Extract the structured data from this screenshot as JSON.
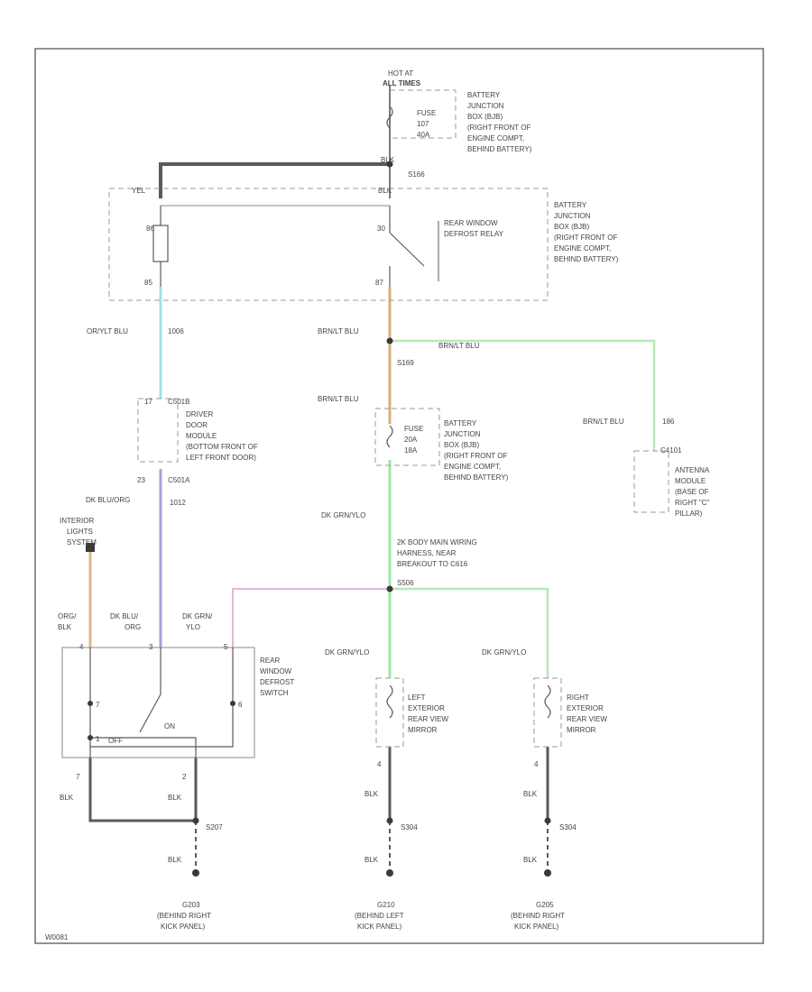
{
  "power": {
    "hot_at": "HOT AT",
    "all_times": "ALL TIMES",
    "fuse_label": "FUSE",
    "fuse_number": "107",
    "fuse_amps": "40A",
    "bjb_lines": [
      "BATTERY",
      "JUNCTION",
      "BOX (BJB)",
      "(RIGHT FRONT OF",
      "ENGINE COMPT,",
      "BEHIND BATTERY)"
    ],
    "wire_top": "BLK",
    "splice_s166": "S166"
  },
  "relay": {
    "pin_left_top": "YEL",
    "pin_right_top": "BLK",
    "pin_30": "30",
    "pin_85": "85",
    "pin_86": "86",
    "pin_87": "87",
    "name_lines": [
      "REAR WINDOW",
      "DEFROST RELAY"
    ],
    "bjb_lines": [
      "BATTERY",
      "JUNCTION",
      "BOX (BJB)",
      "(RIGHT FRONT OF",
      "ENGINE COMPT,",
      "BEHIND BATTERY)"
    ]
  },
  "ddm": {
    "wire_color": "OR/YLT BLU",
    "circuit": "1006",
    "connector": "C501B",
    "pin_top": "17",
    "name_lines": [
      "DRIVER",
      "DOOR",
      "MODULE",
      "(BOTTOM FRONT OF",
      "LEFT FRONT DOOR)"
    ],
    "pin_bottom": "23",
    "connector_bottom": "C501A",
    "wire_out": "DK BLU/ORG",
    "circuit_out": "1012"
  },
  "center": {
    "wire1": "BRN/LT BLU",
    "splice": "S169",
    "wire2": "BRN/LT BLU",
    "fuse_label": "FUSE",
    "fuse_amps": "20A",
    "fuse_number": "18A",
    "bjb_lines": [
      "BATTERY",
      "JUNCTION",
      "BOX (BJB)",
      "(RIGHT FRONT OF",
      "ENGINE COMPT,",
      "BEHIND BATTERY)"
    ],
    "wire3": "DK GRN/YLO",
    "harness_lines": [
      "2K BODY MAIN WIRING",
      "HARNESS, NEAR",
      "BREAKOUT TO C616",
      "S506"
    ]
  },
  "antenna": {
    "branch_wire": "BRN/LT BLU",
    "wire_label": "BRN/LT BLU",
    "circuit": "186",
    "connector": "C4101",
    "name_lines": [
      "ANTENNA",
      "MODULE",
      "(BASE OF",
      "RIGHT \"C\"",
      "PILLAR)"
    ]
  },
  "switch": {
    "lighting_lines": [
      "INTERIOR",
      "LIGHTS",
      "SYSTEM"
    ],
    "wire_a": "ORG/",
    "wire_a2": "BLK",
    "wire_b": "DK BLU/",
    "wire_b2": "ORG",
    "wire_c": "DK GRN/",
    "wire_c2": "YLO",
    "pin_1": "1",
    "pin_2": "2",
    "pin_3": "3",
    "pin_4": "4",
    "pin_5": "5",
    "pin_6": "6",
    "pin_7": "7",
    "state_off": "OFF",
    "state_on": "ON",
    "name_lines": [
      "REAR",
      "WINDOW",
      "DEFROST",
      "SWITCH"
    ],
    "pin_out_left": "7",
    "pin_out_right": "2",
    "wire_gnd_left": "BLK",
    "wire_gnd_right": "BLK",
    "splice": "S207",
    "wire_gnd": "BLK",
    "ground": "G203",
    "ground_loc": [
      "(BEHIND RIGHT",
      "KICK PANEL)"
    ]
  },
  "left_mirror": {
    "wire": "DK GRN/YLO",
    "name_lines": [
      "LEFT",
      "EXTERIOR",
      "REAR VIEW",
      "MIRROR"
    ],
    "pin": "4",
    "wire_out": "BLK",
    "splice": "S304",
    "wire_gnd": "BLK",
    "ground": "G210",
    "ground_loc": [
      "(BEHIND LEFT",
      "KICK PANEL)"
    ]
  },
  "right_mirror": {
    "wire": "DK GRN/YLO",
    "name_lines": [
      "RIGHT",
      "EXTERIOR",
      "REAR VIEW",
      "MIRROR"
    ],
    "pin": "4",
    "wire_out": "BLK",
    "splice": "S304",
    "wire_gnd": "BLK",
    "ground": "G205",
    "ground_loc": [
      "(BEHIND RIGHT",
      "KICK PANEL)"
    ]
  },
  "footer_code": "W0081",
  "colors": {
    "border": "#6f6f6f",
    "black_wire": "#5a5a5a",
    "cyan_wire": "#9be3e3",
    "tan_wire": "#d8b07a",
    "green_wire": "#9ee8a5",
    "lightgreen_wire": "#b7e8b7",
    "violet_wire": "#a8a2d8",
    "pink_wire": "#e4b8d8",
    "orange_wire": "#e2b787",
    "dash": "#9a9a9a",
    "text": "#444444"
  }
}
